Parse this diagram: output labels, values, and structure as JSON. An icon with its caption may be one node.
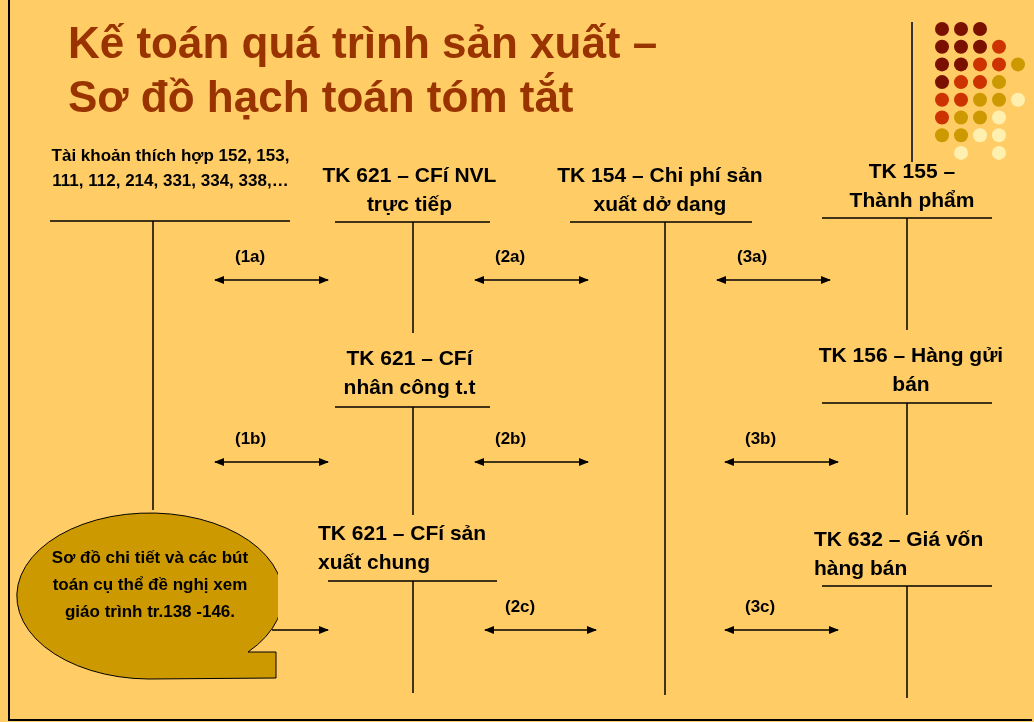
{
  "diagram": {
    "title": "Kế toán quá trình sản xuất – Sơ đồ hạch toán tóm tắt",
    "nodes": [
      {
        "text": [
          "Tài khoản thích hợp 152, 153, 111, 112, 214, 331, 334, 338,…"
        ]
      },
      {
        "text": [
          "TK 621 – CFí NVL trực tiếp"
        ]
      },
      {
        "text": [
          "TK 154 – Chi phí sản xuất dở dang"
        ]
      },
      {
        "text": [
          "TK 155 – Thành phẩm"
        ]
      },
      {
        "text": [
          "TK 621 – CFí nhân công t.t"
        ]
      },
      {
        "text": [
          "TK 156 – Hàng gửi bán"
        ]
      },
      {
        "text": [
          "TK 621 – CFí sản xuất chung"
        ]
      },
      {
        "text": [
          "TK 632 – Giá vốn hàng bán"
        ]
      },
      {
        "text": [
          "Sơ đồ chi tiết và các bút toán cụ thể đề nghị xem giáo trình tr.138 -146."
        ]
      }
    ],
    "edges": [
      {
        "from": 0,
        "to": 1,
        "arrow": "both",
        "label": "(1a)"
      },
      {
        "from": 1,
        "to": 2,
        "arrow": "both",
        "label": "(2a)"
      },
      {
        "from": 2,
        "to": 3,
        "arrow": "both",
        "label": "(3a)"
      },
      {
        "from": 0,
        "to": 4,
        "arrow": "both",
        "label": "(1b)"
      },
      {
        "from": 4,
        "to": 2,
        "arrow": "both",
        "label": "(2b)"
      },
      {
        "from": 2,
        "to": 5,
        "arrow": "both",
        "label": "(3b)"
      },
      {
        "from": 8,
        "to": 6,
        "arrow": "to"
      },
      {
        "from": 6,
        "to": 2,
        "arrow": "both",
        "label": "(2c)"
      },
      {
        "from": 2,
        "to": 7,
        "arrow": "both",
        "label": "(3c)"
      }
    ]
  }
}
